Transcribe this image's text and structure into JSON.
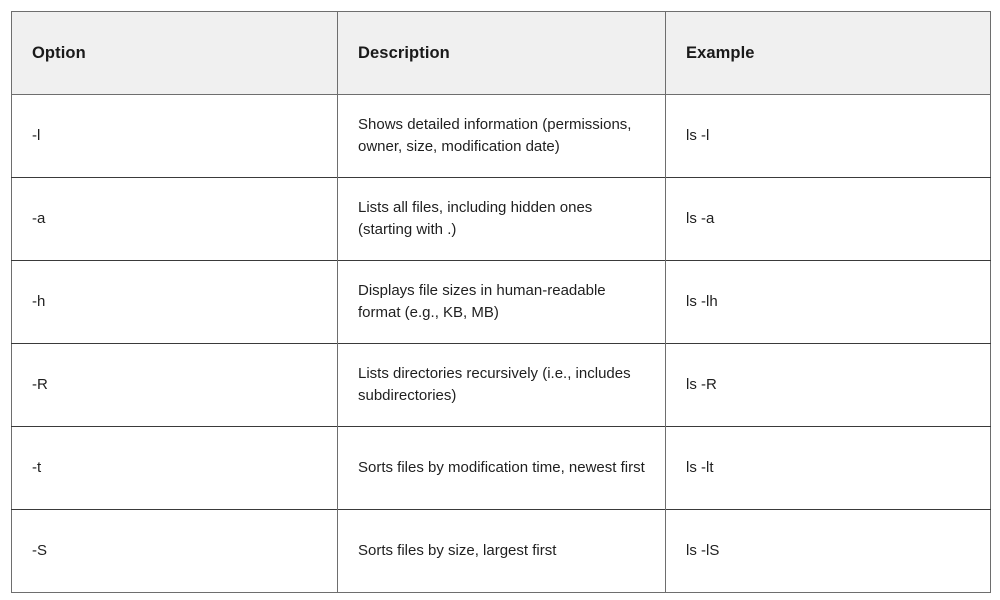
{
  "table": {
    "columns": [
      {
        "key": "option",
        "label": "Option"
      },
      {
        "key": "description",
        "label": "Description"
      },
      {
        "key": "example",
        "label": "Example"
      }
    ],
    "rows": [
      {
        "option": "-l",
        "description": "Shows detailed information (permissions, owner, size, modification date)",
        "example": "ls -l"
      },
      {
        "option": "-a",
        "description": "Lists all files, including hidden ones (starting with .)",
        "example": "ls -a"
      },
      {
        "option": "-h",
        "description": "Displays file sizes in human-readable format (e.g., KB, MB)",
        "example": "ls -lh"
      },
      {
        "option": "-R",
        "description": "Lists directories recursively (i.e., includes subdirectories)",
        "example": "ls -R"
      },
      {
        "option": "-t",
        "description": "Sorts files by modification time, newest first",
        "example": "ls -lt"
      },
      {
        "option": "-S",
        "description": "Sorts files by size, largest first",
        "example": "ls -lS"
      }
    ]
  },
  "colors": {
    "header_background": "#f0f0f0",
    "table_border": "#6e6e6e",
    "row_divider": "#3a3a3a",
    "text": "#1f1f1f",
    "header_text": "#1a1a1a",
    "page_background": "#ffffff"
  }
}
